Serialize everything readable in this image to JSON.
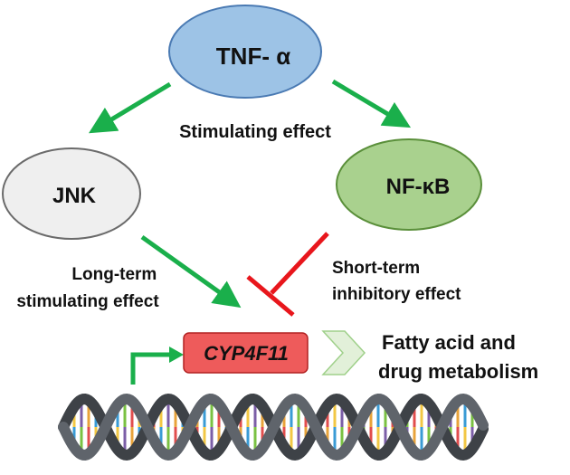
{
  "colors": {
    "tnf_fill": "#9dc3e6",
    "tnf_stroke": "#4a7ab3",
    "jnk_fill": "#efefef",
    "jnk_stroke": "#6b6b6b",
    "nfkb_fill": "#a9d18e",
    "nfkb_stroke": "#5a8f3a",
    "stimulate_arrow": "#1aaf4b",
    "inhibit_arrow": "#e8161c",
    "gene_fill": "#ee5b5b",
    "gene_stroke": "#b22222",
    "chevron_fill": "#e2f0d9",
    "chevron_stroke": "#9fd08a",
    "dna_backbone": "#5f646b",
    "dna_backbone_dark": "#3e4247"
  },
  "nodes": {
    "tnf": {
      "label": "TNF- α"
    },
    "jnk": {
      "label": "JNK"
    },
    "nfkb": {
      "label": "NF-κB"
    },
    "gene": {
      "label": "CYP4F11"
    }
  },
  "edges": {
    "tnf_effect": {
      "label": "Stimulating effect"
    },
    "jnk_effect": {
      "line1": "Long-term",
      "line2": "stimulating effect"
    },
    "nfkb_effect": {
      "line1": "Short-term",
      "line2": "inhibitory effect"
    }
  },
  "outcome": {
    "line1": "Fatty acid and",
    "line2": "drug metabolism"
  },
  "icons": [
    "promoter-arrow-icon",
    "chevron-icon",
    "dna-helix-icon"
  ]
}
